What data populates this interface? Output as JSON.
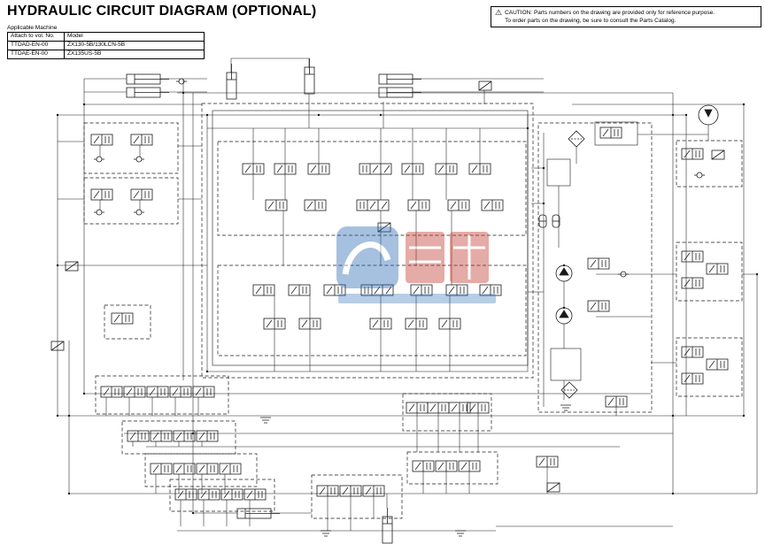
{
  "title": "HYDRAULIC CIRCUIT DIAGRAM (OPTIONAL)",
  "machine_table": {
    "label": "Applicable Machine",
    "col_headers": [
      "Attach to vol. No.",
      "Model"
    ],
    "rows": [
      {
        "vol": "TTDAD-EN-00",
        "model": "ZX130-5B/130LCN-5B"
      },
      {
        "vol": "TTDAE-EN-00",
        "model": "ZX135US-5B"
      }
    ]
  },
  "caution": {
    "lines": [
      "CAUTION: Parts numbers on the drawing are provided only for reference purpose.",
      "To order parts on the drawing, be sure to consult the Parts Catalog."
    ]
  },
  "diagram": {
    "kind": "hydraulic-circuit-schematic",
    "watermark": "logo-watermark"
  }
}
